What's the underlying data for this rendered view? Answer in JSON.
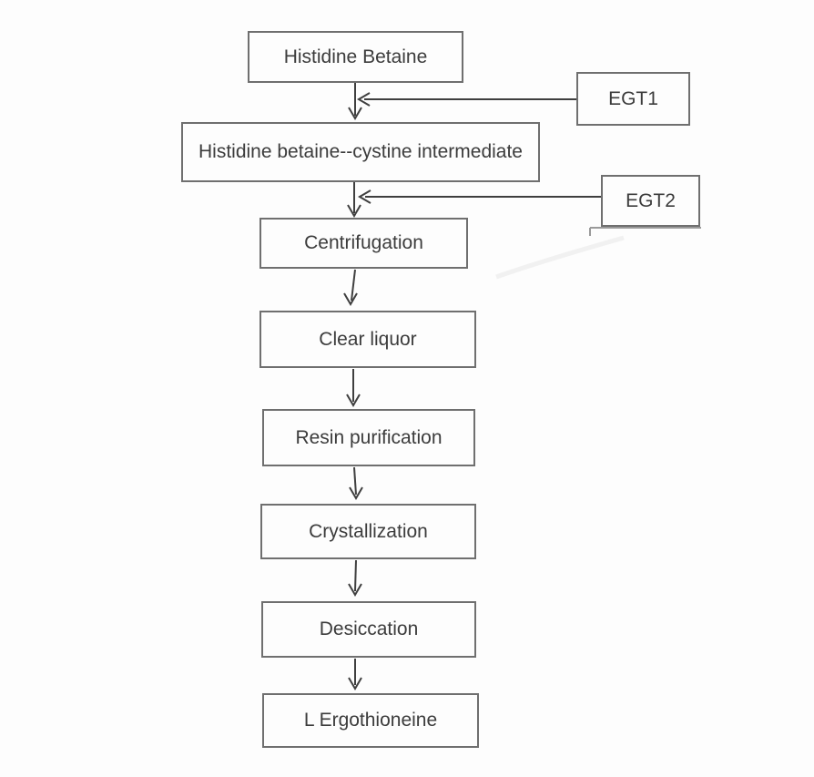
{
  "diagram": {
    "type": "flowchart",
    "nodes": {
      "histidine_betaine": {
        "label": "Histidine Betaine"
      },
      "intermediate": {
        "label": "Histidine betaine--cystine intermediate"
      },
      "egt1": {
        "label": "EGT1"
      },
      "egt2": {
        "label": "EGT2"
      },
      "centrifugation": {
        "label": "Centrifugation"
      },
      "clear_liquor": {
        "label": "Clear liquor"
      },
      "resin_purification": {
        "label": "Resin purification"
      },
      "crystallization": {
        "label": "Crystallization"
      },
      "desiccation": {
        "label": "Desiccation"
      },
      "l_ergothioneine": {
        "label": "L Ergothioneine"
      }
    },
    "edges": [
      {
        "from": "histidine_betaine",
        "to": "intermediate",
        "type": "flow"
      },
      {
        "from": "egt1",
        "to": "flow:histidine_betaine->intermediate",
        "type": "input"
      },
      {
        "from": "intermediate",
        "to": "centrifugation",
        "type": "flow"
      },
      {
        "from": "egt2",
        "to": "flow:intermediate->centrifugation",
        "type": "input"
      },
      {
        "from": "centrifugation",
        "to": "clear_liquor",
        "type": "flow"
      },
      {
        "from": "clear_liquor",
        "to": "resin_purification",
        "type": "flow"
      },
      {
        "from": "resin_purification",
        "to": "crystallization",
        "type": "flow"
      },
      {
        "from": "crystallization",
        "to": "desiccation",
        "type": "flow"
      },
      {
        "from": "desiccation",
        "to": "l_ergothioneine",
        "type": "flow"
      }
    ],
    "colors": {
      "box_border": "#6f6f6f",
      "box_fill": "#fdfdfd",
      "label_text": "#3c3c3c",
      "arrow": "#3f3f3f",
      "background": "#fdfdfd"
    }
  }
}
